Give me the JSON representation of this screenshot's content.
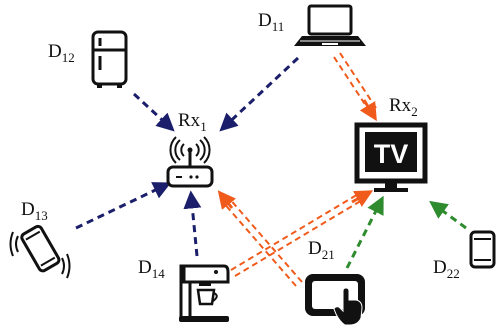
{
  "colors": {
    "link_group1": "#1b1f6b",
    "link_group2_interference": "#f05a1a",
    "link_group2": "#2e8b2e"
  },
  "labels": {
    "rx1": {
      "main": "Rx",
      "sub": "1"
    },
    "rx2": {
      "main": "Rx",
      "sub": "2"
    },
    "d11": {
      "main": "D",
      "sub": "11"
    },
    "d12": {
      "main": "D",
      "sub": "12"
    },
    "d13": {
      "main": "D",
      "sub": "13"
    },
    "d14": {
      "main": "D",
      "sub": "14"
    },
    "d21": {
      "main": "D",
      "sub": "21"
    },
    "d22": {
      "main": "D",
      "sub": "22"
    }
  },
  "tv_screen_text": "TV",
  "icons": {
    "rx1": "wifi-router-icon",
    "rx2": "tv-icon",
    "d11": "laptop-icon",
    "d12": "refrigerator-icon",
    "d13": "smartphone-icon",
    "d14": "coffee-machine-icon",
    "d21": "tablet-touch-icon",
    "d22": "smartphone-icon"
  },
  "links": [
    {
      "from": "D12",
      "to": "Rx1",
      "style": "dashed",
      "color": "link_group1"
    },
    {
      "from": "D11",
      "to": "Rx1",
      "style": "dashed",
      "color": "link_group1"
    },
    {
      "from": "D13",
      "to": "Rx1",
      "style": "dashed",
      "color": "link_group1"
    },
    {
      "from": "D14",
      "to": "Rx1",
      "style": "dashed",
      "color": "link_group1"
    },
    {
      "from": "D11",
      "to": "Rx2",
      "style": "double-dashed",
      "color": "link_group2_interference"
    },
    {
      "from": "D14",
      "to": "Rx2",
      "style": "double-dashed",
      "color": "link_group2_interference"
    },
    {
      "from": "D21",
      "to": "Rx1",
      "style": "double-dashed",
      "color": "link_group2_interference"
    },
    {
      "from": "D21",
      "to": "Rx2",
      "style": "dashed",
      "color": "link_group2"
    },
    {
      "from": "D22",
      "to": "Rx2",
      "style": "dashed",
      "color": "link_group2"
    }
  ]
}
